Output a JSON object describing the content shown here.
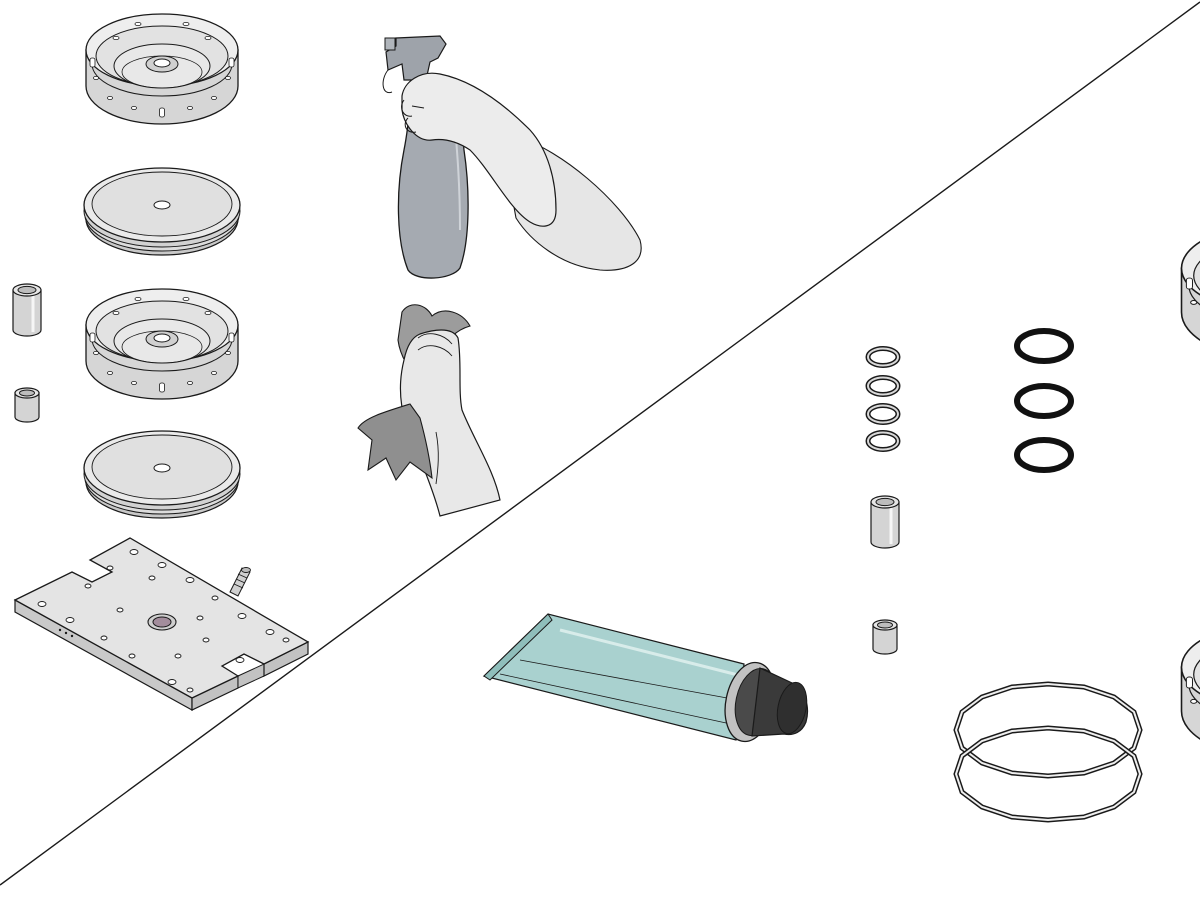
{
  "diagram": {
    "kind": "exploded maintenance illustration",
    "line_color": "#1a1a1a",
    "colors": {
      "metal_light": "#f0f0f0",
      "metal_mid": "#d8d8d8",
      "metal_dark": "#b5b5b5",
      "bottle": "#a4a9b0",
      "glove": "#e4e4e4",
      "cloth": "#9a9a9a",
      "tube": "#a9d1cf",
      "cap": "#3a3a3a",
      "oring": "#111111"
    },
    "parts": [
      {
        "id": "housing-left-top",
        "icon": "pump-housing-icon"
      },
      {
        "id": "diaphragm-left-top",
        "icon": "diaphragm-icon"
      },
      {
        "id": "bushing-left-large",
        "icon": "bushing-icon"
      },
      {
        "id": "bushing-left-small",
        "icon": "bushing-icon"
      },
      {
        "id": "housing-left-middle",
        "icon": "pump-housing-icon"
      },
      {
        "id": "diaphragm-left-bottom",
        "icon": "diaphragm-icon"
      },
      {
        "id": "base-plate",
        "icon": "base-plate-icon"
      },
      {
        "id": "spray-bottle",
        "icon": "spray-bottle-icon"
      },
      {
        "id": "cleaning-cloth",
        "icon": "cloth-icon"
      },
      {
        "id": "grease-tube",
        "icon": "grease-tube-icon"
      },
      {
        "id": "small-o-rings",
        "icon": "o-ring-icon",
        "count": 4
      },
      {
        "id": "large-o-rings",
        "icon": "o-ring-icon",
        "count": 3
      },
      {
        "id": "bushing-right-large",
        "icon": "bushing-icon"
      },
      {
        "id": "bushing-right-small",
        "icon": "bushing-icon"
      },
      {
        "id": "housing-right-top",
        "icon": "pump-housing-icon"
      },
      {
        "id": "housing-right-bottom",
        "icon": "pump-housing-icon"
      },
      {
        "id": "wire-seal-rings",
        "icon": "seal-ring-icon",
        "count": 2
      }
    ]
  }
}
